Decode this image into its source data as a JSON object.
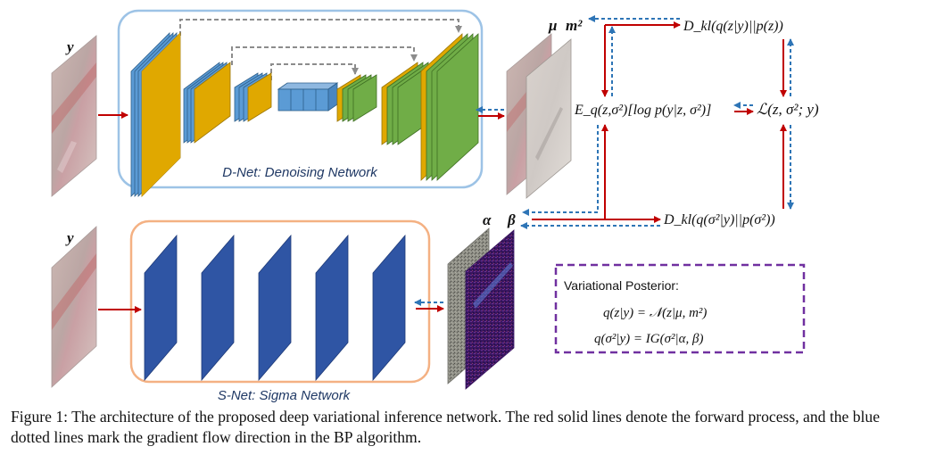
{
  "colors": {
    "forward": "#c00000",
    "gradient": "#2e75b6",
    "dnet_border": "#9dc3e6",
    "snet_border": "#f4b183",
    "posterior_border": "#7030a0",
    "block_blue": "#5b9bd5",
    "block_gold": "#e0a800",
    "block_green": "#70ad47",
    "block_dark_blue": "#2f55a4"
  },
  "dnet": {
    "title": "D-Net: Denoising Network"
  },
  "snet": {
    "title": "S-Net: Sigma Network"
  },
  "inputs": {
    "dnet_label": "y",
    "snet_label": "y"
  },
  "outputs": {
    "mu": "μ",
    "m2": "m²",
    "alpha": "α",
    "beta": "β"
  },
  "equations": {
    "dkl_z": "D_kl(q(z|y)||p(z))",
    "dkl_sigma": "D_kl(q(σ²|y)||p(σ²))",
    "expectation": "E_q(z,σ²)[log p(y|z, σ²)]",
    "elbo": "ℒ(z, σ²; y)"
  },
  "posterior": {
    "title": "Variational Posterior:",
    "eq1": "q(z|y) = 𝒩(z|μ, m²)",
    "eq2": "q(σ²|y) = IG(σ²|α, β)"
  },
  "caption": {
    "label": "Figure 1:",
    "text": "The architecture of the proposed deep variational inference network. The red solid lines denote the forward process, and the blue dotted lines mark the gradient flow direction in the BP algorithm."
  }
}
